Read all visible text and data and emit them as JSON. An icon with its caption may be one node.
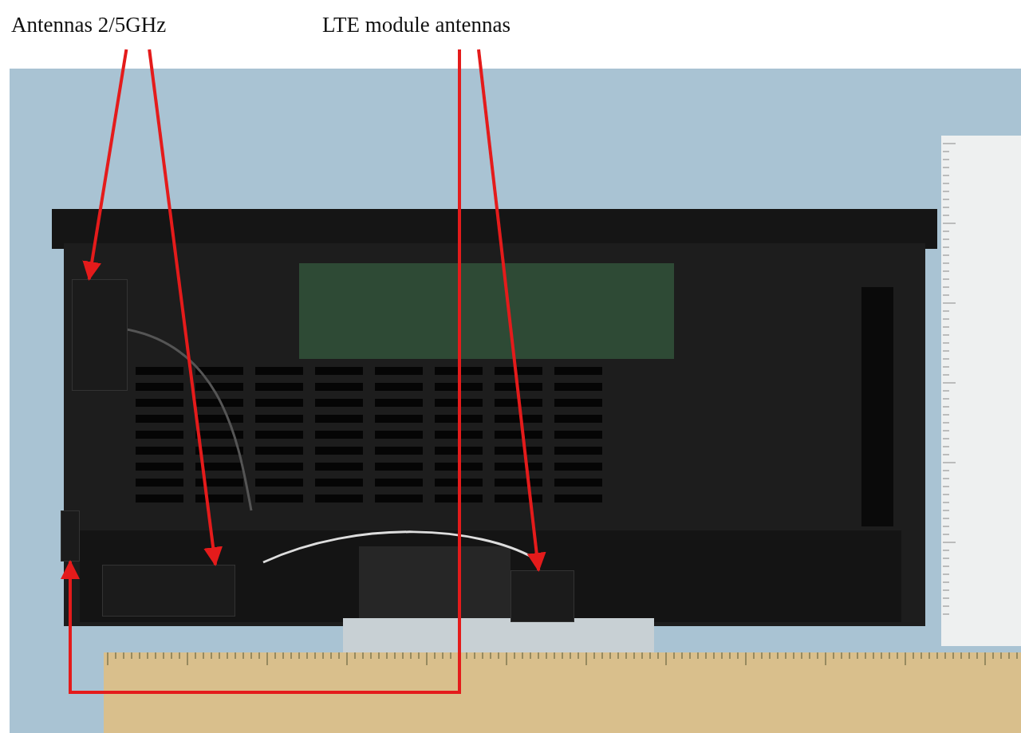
{
  "diagram": {
    "nodes": [
      {
        "text": [
          "Antennas 2/5GHz"
        ]
      },
      {
        "text": [
          "LTE module antennas"
        ]
      },
      {
        "text": [],
        "shape": "picture"
      },
      {
        "text": [],
        "shape": "box",
        "in": 2
      },
      {
        "text": [],
        "shape": "box",
        "in": 2
      },
      {
        "text": [],
        "shape": "box",
        "in": 2
      },
      {
        "text": [],
        "shape": "box",
        "in": 2
      }
    ],
    "edges": [
      {
        "from": 0,
        "to": 3,
        "arrow": "to"
      },
      {
        "from": 0,
        "to": 4,
        "arrow": "to"
      },
      {
        "from": 1,
        "to": 5,
        "arrow": "to"
      },
      {
        "from": 1,
        "to": 6,
        "arrow": "to"
      }
    ]
  }
}
